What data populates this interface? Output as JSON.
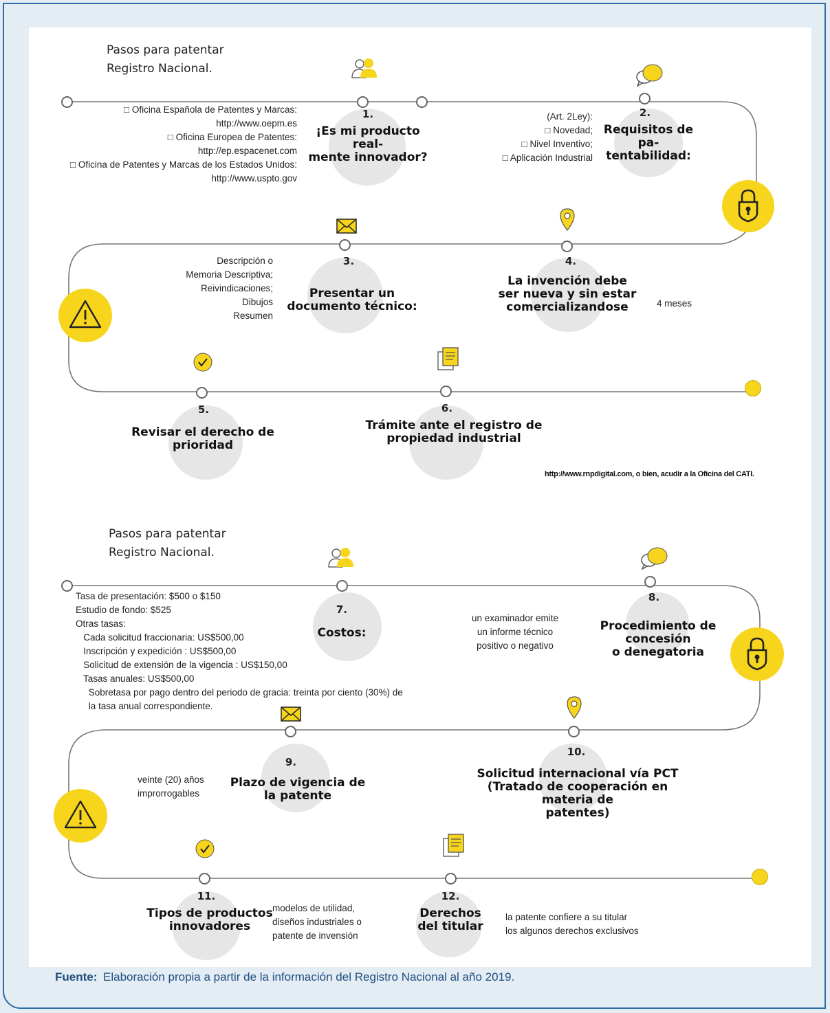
{
  "block1": {
    "title_line1": "Pasos para patentar",
    "title_line2": "Registro Nacional.",
    "step1": {
      "num": "1.",
      "title": "¡Es mi producto real-\nmente innovador?"
    },
    "step1_note": "□ Oficina Española de Patentes y Marcas:\nhttp://www.oepm.es\n□ Oficina Europea de Patentes:\nhttp://ep.espacenet.com\n□ Oficina de Patentes y Marcas de los Estados Unidos:\nhttp://www.uspto.gov",
    "step2": {
      "num": "2.",
      "title": "Requisitos de pa-\ntentabilidad:"
    },
    "step2_note": "(Art. 2Ley):\n□ Novedad;\n□ Nivel Inventivo;\n□ Aplicación Industrial",
    "step3": {
      "num": "3.",
      "title": "Presentar un\ndocumento técnico:"
    },
    "step3_note": "Descripción o\nMemoria Descriptiva;\nReivindicaciones;\nDibujos\nResumen",
    "step4": {
      "num": "4.",
      "title": "La invención debe\nser nueva y sin estar\ncomercializandose"
    },
    "step4_note": "4 meses",
    "step5": {
      "num": "5.",
      "title": "Revisar el derecho de\nprioridad"
    },
    "step6": {
      "num": "6.",
      "title": "Trámite ante el registro de\npropiedad industrial"
    },
    "link_note": "http://www.rnpdigital.com, o bien, acudir a la Oficina del CATI."
  },
  "block2": {
    "title_line1": "Pasos para patentar",
    "title_line2": "Registro Nacional.",
    "step7": {
      "num": "7.",
      "title": "Costos:"
    },
    "step7_note": "Tasa de presentación: $500 o $150\nEstudio de fondo: $525\nOtras tasas:\n   Cada solicitud fraccionaria: US$500,00\n   Inscripción y expedición : US$500,00\n   Solicitud de extensión de la vigencia : US$150,00\n   Tasas anuales: US$500,00\n     Sobretasa por pago dentro del periodo de gracia: treinta por ciento (30%) de\n     la tasa anual correspondiente.",
    "step8": {
      "num": "8.",
      "title": "Procedimiento de concesión\no denegatoria"
    },
    "step8_note": "un examinador emite\nun informe técnico\npositivo o negativo",
    "step9": {
      "num": "9.",
      "title": "Plazo de vigencia de\nla patente"
    },
    "step9_note": "veinte (20) años\nimprorrogables",
    "step10": {
      "num": "10.",
      "title": "Solicitud internacional vía PCT\n(Tratado de cooperación en\nmateria de\npatentes)"
    },
    "step11": {
      "num": "11.",
      "title": "Tipos de productos\ninnovadores"
    },
    "step11_note": "modelos de utilidad,\ndiseños industriales o\npatente de invensión",
    "step12": {
      "num": "12.",
      "title": "Derechos\ndel titular"
    },
    "step12_note": "la patente confiere a su titular\nlos algunos derechos exclusivos"
  },
  "footer": {
    "label": "Fuente:",
    "text": "Elaboración propia a partir de la información del Registro Nacional al año 2019."
  },
  "colors": {
    "accent_yellow": "#f7d51d",
    "frame_blue": "#2a6ca8",
    "footer_text": "#1f4f80"
  },
  "icons": [
    "users-icon",
    "chat-bubble-icon",
    "padlock-icon",
    "envelope-icon",
    "location-pin-icon",
    "warning-icon",
    "checkmark-icon",
    "documents-icon"
  ]
}
